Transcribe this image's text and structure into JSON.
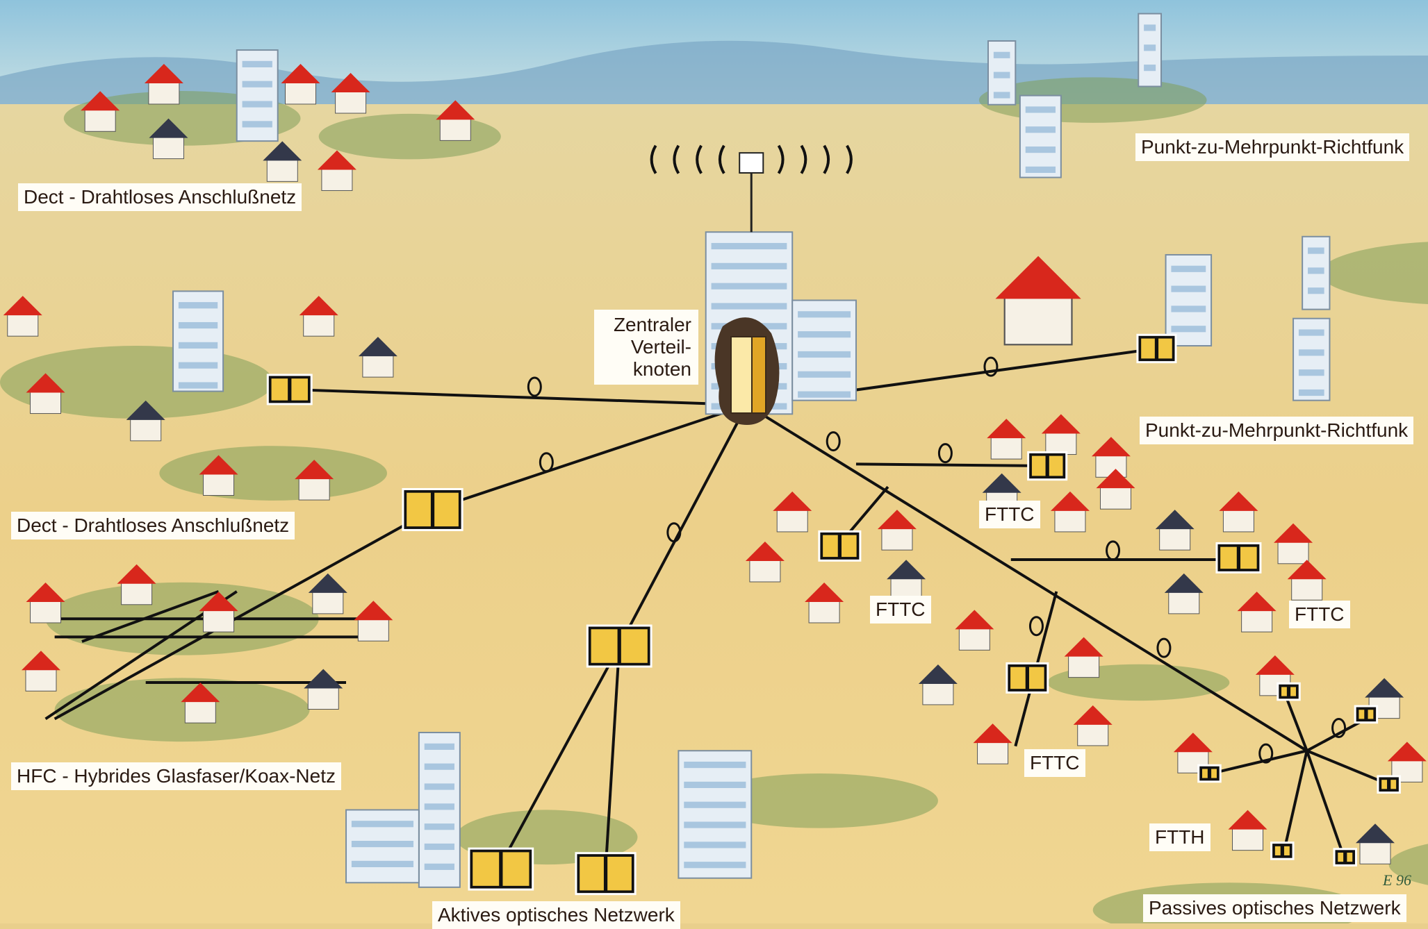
{
  "labels": {
    "dect_top": "Dect - Drahtloses Anschlußnetz",
    "dect_mid": "Dect - Drahtloses Anschlußnetz",
    "p2m_top": "Punkt-zu-Mehrpunkt-Richtfunk",
    "p2m_mid": "Punkt-zu-Mehrpunkt-Richtfunk",
    "central_node": [
      "Zentraler",
      "Verteil-",
      "knoten"
    ],
    "fttc": [
      "FTTC",
      "FTTC",
      "FTTC",
      "FTTC"
    ],
    "ftth": "FTTH",
    "hfc": "HFC - Hybrides Glasfaser/Koax-Netz",
    "active_optical": "Aktives optisches Netzwerk",
    "passive_optical": "Passives optisches Netzwerk"
  },
  "signature": "E 96",
  "colors": {
    "sky": "#9fcbe0",
    "ground": "#e9cf8c",
    "roof": "#d8271c",
    "box": "#f2c744",
    "cable": "#111111"
  }
}
